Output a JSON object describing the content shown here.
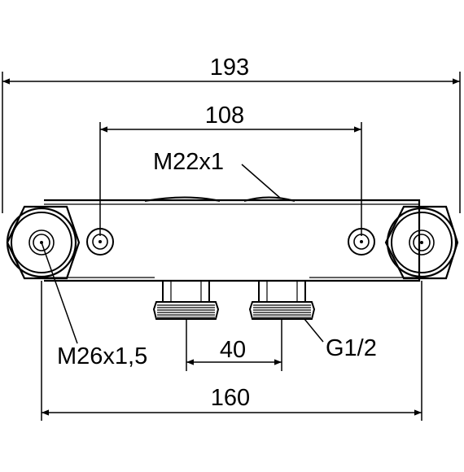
{
  "dimensions": {
    "overall_width": "193",
    "inlet_spacing": "108",
    "outlet_spacing": "40",
    "connection_centers": "160"
  },
  "labels": {
    "top_connection": "M22x1",
    "side_connection": "M26x1,5",
    "outlet_thread": "G1/2"
  },
  "colors": {
    "line": "#000000",
    "background": "#ffffff"
  }
}
